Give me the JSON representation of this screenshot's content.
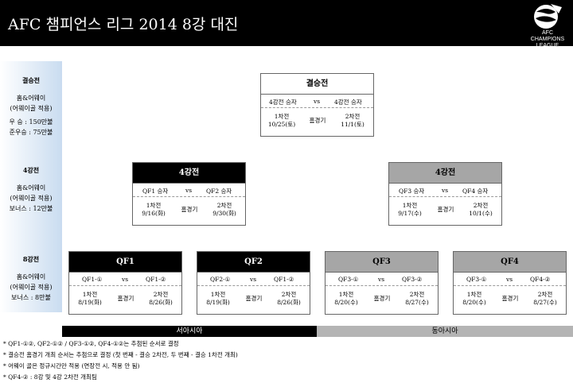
{
  "header": {
    "title": "AFC 챔피언스 리그 2014 8강 대진",
    "logo_lines": [
      "AFC",
      "CHAMPIONS",
      "LEAGUE"
    ]
  },
  "sidebar": {
    "final": {
      "round": "결승전",
      "format1": "홈&어웨이",
      "format2": "(어웨이골 적용)",
      "prize1": "우 승 : 150만불",
      "prize2": "준우승 : 75만불"
    },
    "semi": {
      "round": "4강전",
      "format1": "홈&어웨이",
      "format2": "(어웨이골 적용)",
      "prize1": "보너스 : 12만불"
    },
    "quarter": {
      "round": "8강전",
      "format1": "홈&어웨이",
      "format2": "(어웨이골 적용)",
      "prize1": "보너스 : 8만불"
    }
  },
  "final": {
    "title": "결승전",
    "team1": "4강전 승자",
    "vs": "vs",
    "team2": "4강전 승자",
    "leg1_label": "1차전",
    "leg1_date": "10/25(토)",
    "home_away": "홈경기",
    "leg2_label": "2차전",
    "leg2_date": "11/1(토)"
  },
  "semis": [
    {
      "title": "4강전",
      "team1": "QF1 승자",
      "vs": "vs",
      "team2": "QF2 승자",
      "leg1_label": "1차전",
      "leg1_date": "9/16(화)",
      "home_away": "홈경기",
      "leg2_label": "2차전",
      "leg2_date": "9/30(화)"
    },
    {
      "title": "4강전",
      "team1": "QF3 승자",
      "vs": "vs",
      "team2": "QF4 승자",
      "leg1_label": "1차전",
      "leg1_date": "9/17(수)",
      "home_away": "홈경기",
      "leg2_label": "2차전",
      "leg2_date": "10/1(수)"
    }
  ],
  "quarters": [
    {
      "title": "QF1",
      "team1": "QF1-①",
      "vs": "vs",
      "team2": "QF1-②",
      "leg1_label": "1차전",
      "leg1_date": "8/19(화)",
      "home_away": "홈경기",
      "leg2_label": "2차전",
      "leg2_date": "8/26(화)"
    },
    {
      "title": "QF2",
      "team1": "QF2-①",
      "vs": "vs",
      "team2": "QF1-②",
      "leg1_label": "1차전",
      "leg1_date": "8/19(화)",
      "home_away": "홈경기",
      "leg2_label": "2차전",
      "leg2_date": "8/26(화)"
    },
    {
      "title": "QF3",
      "team1": "QF3-①",
      "vs": "vs",
      "team2": "QF3-②",
      "leg1_label": "1차전",
      "leg1_date": "8/20(수)",
      "home_away": "홈경기",
      "leg2_label": "2차전",
      "leg2_date": "8/27(수)"
    },
    {
      "title": "QF4",
      "team1": "QF3-①",
      "vs": "vs",
      "team2": "QF4-②",
      "leg1_label": "1차전",
      "leg1_date": "8/20(수)",
      "home_away": "홈경기",
      "leg2_label": "2차전",
      "leg2_date": "8/27(수)"
    }
  ],
  "regions": {
    "west": "서아시아",
    "east": "동아시아"
  },
  "notes": [
    "* QF1-①②, QF2-①② / QF3-①②, QF4-①②는 추첨된 순서로 결정",
    "* 결승전 홈경기 개최 순서는 추첨으로 결정 (첫 번째 - 결승 2차전, 두 번째 - 결승 1차전 개최)",
    "* 어웨이 골은 정규시간만 적용 (연장전 시, 적용 안 됨)",
    "* QF4-② : 8강 및 4강 2차전 개최팀"
  ],
  "colors": {
    "header_bg": "#000000",
    "west_bar": "#000000",
    "east_bar": "#b4b4b4",
    "card_gray": "#a6a6a6",
    "sidebar_blue": "#c9dcf0"
  }
}
